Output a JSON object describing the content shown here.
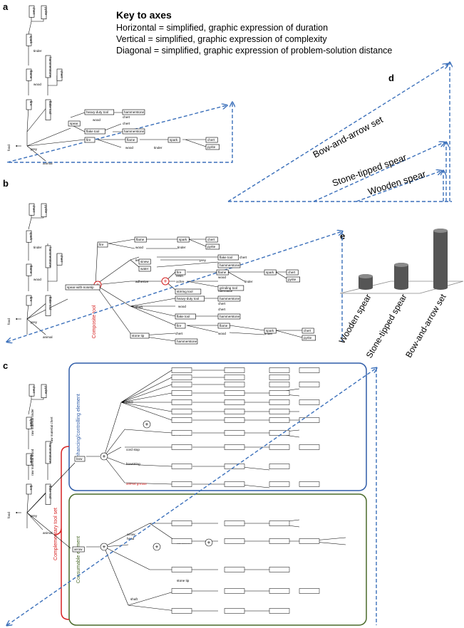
{
  "panels": [
    "a",
    "b",
    "c",
    "d",
    "e"
  ],
  "key": {
    "title": "Key to axes",
    "lines": [
      "Horizontal =  simplified, graphic expression of duration",
      "Vertical = simplified, graphic expression of complexity",
      "Diagonal = simplified, graphic expression of problem-solution distance"
    ]
  },
  "panel_d": {
    "weapons": [
      "Bow-and-arrow set",
      "Stone-tipped spear",
      "Wooden spear"
    ]
  },
  "panel_e": {
    "chart_data": {
      "type": "bar",
      "categories": [
        "Wooden spear",
        "Stone-tipped spear",
        "Bow-and-arrow set"
      ],
      "values": [
        1,
        2,
        5
      ]
    }
  },
  "panel_b": {
    "composite_label": "Composite tool"
  },
  "panel_c": {
    "box_labels": [
      "Enhancing/controlling element",
      "Consumable element"
    ],
    "bracket_label": "Complementary tool set"
  },
  "colors": {
    "arrow": "#3a6fba",
    "composite": "#d62020",
    "enhancing_box": "#2f5ca8",
    "consumable_box": "#4a6a2a",
    "bar": "#555555"
  },
  "nodes": {
    "a": [
      [
        "chert",
        41,
        8
      ],
      [
        "pyrite",
        58,
        8
      ],
      [
        "spark",
        37,
        48
      ],
      [
        "flame",
        37,
        97
      ],
      [
        "hammerstone",
        64,
        78
      ],
      [
        "chert",
        80,
        97
      ],
      [
        "fire",
        37,
        140
      ],
      [
        "flake tool",
        64,
        140
      ],
      [
        "spear",
        96,
        170
      ],
      [
        "heavy-duty tool",
        119,
        154
      ],
      [
        "hammerstone",
        172,
        154
      ],
      [
        "flake tool",
        119,
        181
      ],
      [
        "hammerstone",
        172,
        181
      ],
      [
        "fire",
        119,
        193
      ],
      [
        "flame",
        176,
        193
      ],
      [
        "spark",
        236,
        193
      ],
      [
        "chert",
        289,
        193
      ],
      [
        "pyrite",
        289,
        203
      ]
    ],
    "b": [
      [
        "chert",
        41,
        286
      ],
      [
        "pyrite",
        58,
        286
      ],
      [
        "spark",
        37,
        324
      ],
      [
        "flame",
        37,
        371
      ],
      [
        "hammerstone",
        64,
        345
      ],
      [
        "chert",
        80,
        356
      ],
      [
        "fire",
        37,
        415
      ],
      [
        "flake tool",
        64,
        415
      ],
      [
        "spear-with-nosetip",
        92,
        400
      ],
      [
        "fire",
        137,
        340
      ],
      [
        "flame",
        189,
        333
      ],
      [
        "spark",
        249,
        333
      ],
      [
        "chert",
        289,
        333
      ],
      [
        "pyrite",
        289,
        343
      ],
      [
        "flake tool",
        306,
        358
      ],
      [
        "hammerstone",
        306,
        369
      ],
      [
        "sinew",
        195,
        364
      ],
      [
        "water",
        195,
        374
      ],
      [
        "fire",
        246,
        379
      ],
      [
        "flame",
        304,
        379
      ],
      [
        "spark",
        371,
        379
      ],
      [
        "chert",
        402,
        379
      ],
      [
        "pyrite",
        402,
        389
      ],
      [
        "grinding tool",
        306,
        401
      ],
      [
        "stirring tool",
        246,
        406
      ],
      [
        "heavy-duty tool",
        246,
        416
      ],
      [
        "hammerstone",
        306,
        416
      ],
      [
        "flake tool",
        246,
        441
      ],
      [
        "hammerstone",
        306,
        441
      ],
      [
        "fire",
        246,
        454
      ],
      [
        "flame",
        306,
        454
      ],
      [
        "spark",
        371,
        461
      ],
      [
        "chert",
        424,
        461
      ],
      [
        "pyrite",
        424,
        471
      ],
      [
        "stone tip",
        183,
        468
      ],
      [
        "hammerstone",
        246,
        476
      ]
    ],
    "c": [
      [
        "chert",
        41,
        540
      ],
      [
        "pyrite",
        58,
        540
      ],
      [
        "spark",
        37,
        586
      ],
      [
        "flame",
        37,
        637
      ],
      [
        "hammerstone",
        64,
        620
      ],
      [
        "fire",
        37,
        680
      ],
      [
        "flake tool",
        64,
        680
      ],
      [
        "bow",
        105,
        641
      ],
      [
        "arrow",
        102,
        768
      ]
    ]
  }
}
